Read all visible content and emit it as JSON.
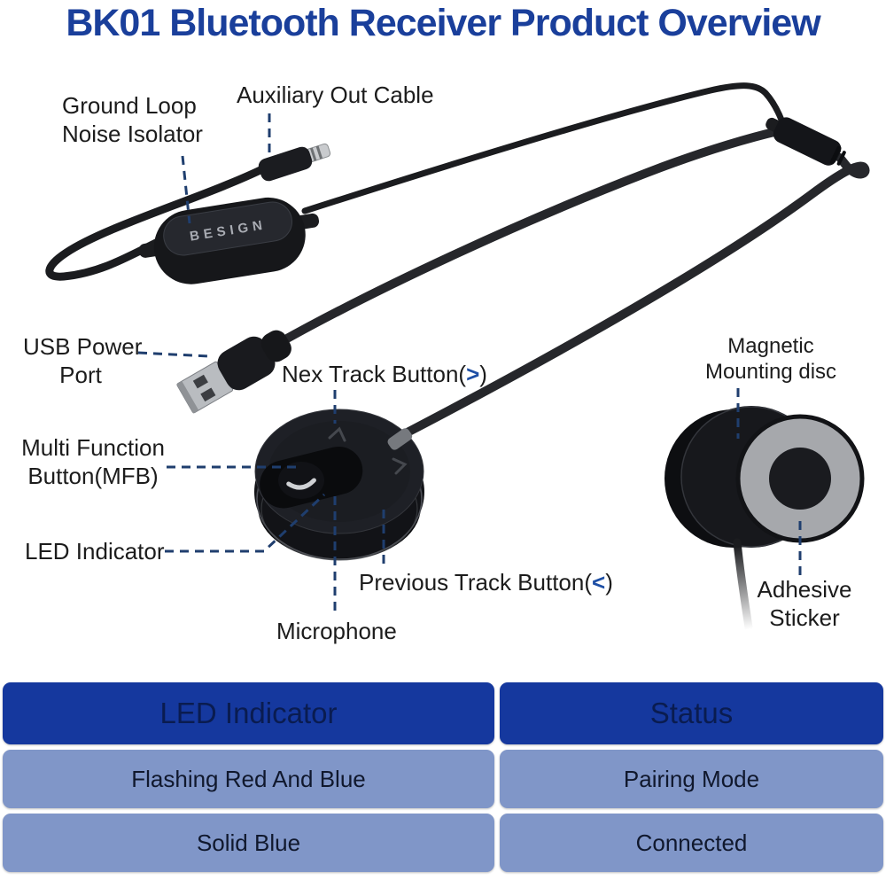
{
  "title": "BK01 Bluetooth Receiver Product Overview",
  "labels": {
    "ground_loop": {
      "line1": "Ground Loop",
      "line2": "Noise Isolator"
    },
    "aux_out": "Auxiliary Out Cable",
    "usb_power": {
      "line1": "USB Power",
      "line2": "Port"
    },
    "next_track": {
      "prefix": "Nex Track Button(",
      "symbol": ">",
      "suffix": ")"
    },
    "mfb": {
      "line1": "Multi Function",
      "line2": "Button(MFB)"
    },
    "led": "LED Indicator",
    "prev_track": {
      "prefix": "Previous Track Button(",
      "symbol": "<",
      "suffix": ")"
    },
    "microphone": "Microphone",
    "magnetic": {
      "line1": "Magnetic",
      "line2": "Mounting disc"
    },
    "adhesive": {
      "line1": "Adhesive",
      "line2": "Sticker"
    }
  },
  "device": {
    "brand": "BESIGN"
  },
  "icons": {
    "phone_icon": "handset-curve",
    "next_track_mark": "chevron-up",
    "prev_track_mark": "chevron-down"
  },
  "table": {
    "headers": [
      "LED Indicator",
      "Status"
    ],
    "rows": [
      [
        "Flashing Red And Blue",
        "Pairing Mode"
      ],
      [
        "Solid Blue",
        "Connected"
      ]
    ]
  },
  "colors": {
    "title_blue": "#1a3f9b",
    "leader_navy": "#1f3e6e",
    "accent_symbol_blue": "#1e4fa5",
    "table_header_bg": "#15389e",
    "table_header_text": "#0a1c50",
    "table_row_bg": "#8096c8",
    "table_row_text": "#10182d",
    "cable_black": "#1b1c1f"
  }
}
